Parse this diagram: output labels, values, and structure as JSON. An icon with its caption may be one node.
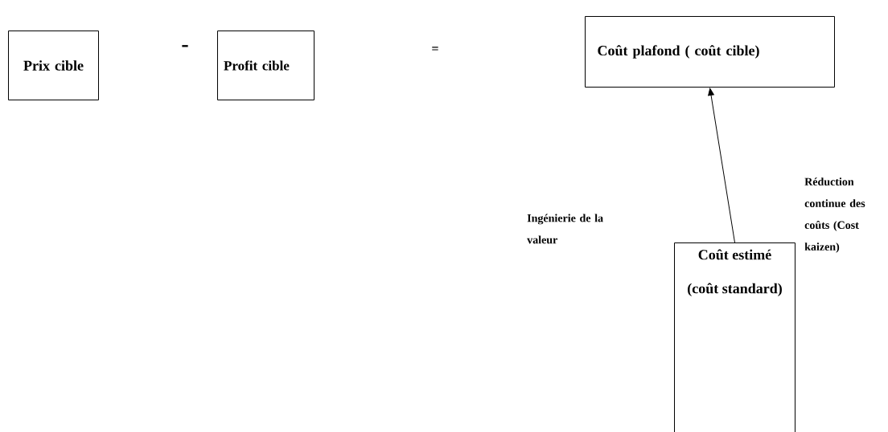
{
  "diagram": {
    "nodes": [
      {
        "text": [
          "Prix cible"
        ]
      },
      {
        "text": [
          "Profit cible"
        ]
      },
      {
        "text": [
          "Coût plafond ( coût cible)"
        ]
      },
      {
        "text": [
          "Coût estimé (coût standard)"
        ]
      }
    ],
    "edges": [
      {
        "from": 3,
        "to": 2,
        "arrow": "to"
      }
    ],
    "labels": [
      "-",
      "=",
      "Ingénierie de la valeur",
      "Réduction continue des coûts (Cost kaizen)"
    ]
  }
}
